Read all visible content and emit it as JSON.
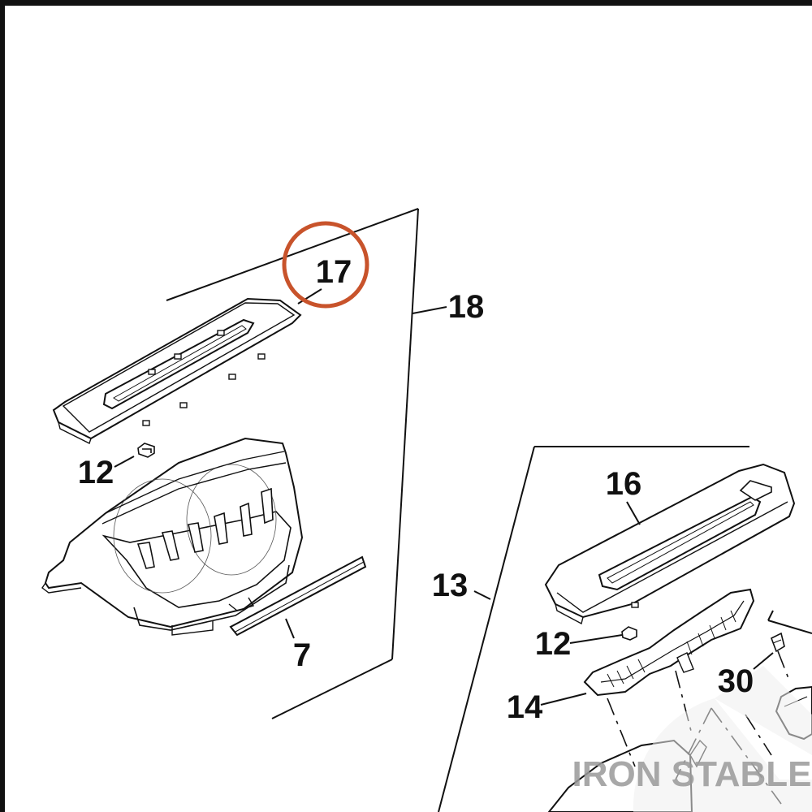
{
  "diagram": {
    "callouts": {
      "c17": "17",
      "c18": "18",
      "c12a": "12",
      "c7": "7",
      "c16": "16",
      "c13": "13",
      "c12b": "12",
      "c14": "14",
      "c30": "30"
    },
    "highlighted_callout": "17",
    "watermark": "IRON STABLE",
    "colors": {
      "line": "#111111",
      "highlight_ring": "#c8532b",
      "watermark": "#9a9a9a"
    }
  }
}
